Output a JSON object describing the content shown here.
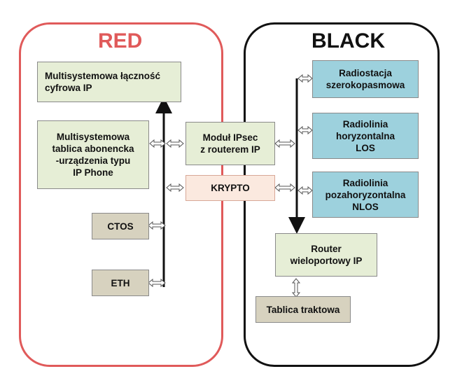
{
  "regions": {
    "red": {
      "title": "RED",
      "color": "#e05a5a"
    },
    "black": {
      "title": "BLACK",
      "color": "#111111"
    }
  },
  "boxes": {
    "multisystem_ip": "Multisystemowa łączność\ncyfrowa IP",
    "subscriber_board": "Multisystemowa\ntablica abonencka\n-urządzenia typu\nIP Phone",
    "ctos": "CTOS",
    "eth": "ETH",
    "ipsec": "Moduł IPsec\nz routerem IP",
    "krypto": "KRYPTO",
    "broadband_radio": "Radiostacja\nszerokopasmowa",
    "radiolink_los": "Radiolinia\nhoryzontalna\nLOS",
    "radiolink_nlos": "Radiolinia\npozahoryzontalna\nNLOS",
    "router": "Router\nwieloportowy IP",
    "trunk_board": "Tablica traktowa"
  },
  "colors": {
    "green": "#e6eed6",
    "blue": "#9dd1dd",
    "peach": "#fbe9df",
    "tan": "#d7d2bf"
  }
}
